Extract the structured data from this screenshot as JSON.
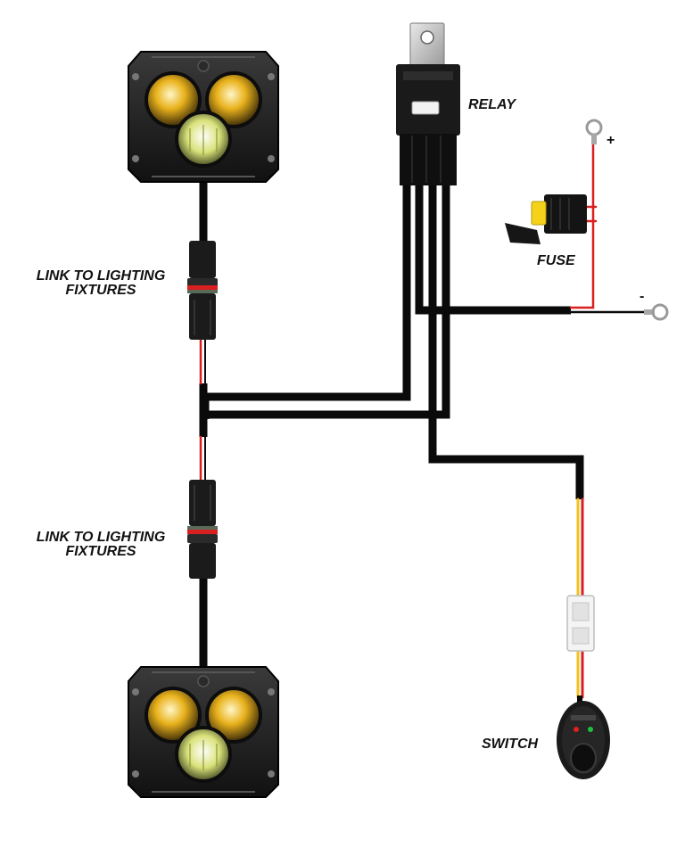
{
  "labels": {
    "relay": "RELAY",
    "fuse": "FUSE",
    "switch": "SWITCH",
    "link_top_line1": "LINK TO LIGHTING",
    "link_top_line2": "FIXTURES",
    "link_bottom_line1": "LINK TO LIGHTING",
    "link_bottom_line2": "FIXTURES",
    "positive": "+",
    "negative": "-"
  },
  "colors": {
    "harness": "#0a0a0a",
    "wire_red": "#d91f1f",
    "wire_yellow": "#f3c21b",
    "lens_amber": "#e9b21c",
    "lens_green": "#d9e27a",
    "relay_tab": "#cfcfcf",
    "led_red": "#e02020",
    "led_green": "#20c040"
  },
  "icons": {
    "relay": "relay-icon",
    "fuse": "blade-fuse-icon",
    "switch": "rocker-switch-icon",
    "light": "led-light-pod-icon",
    "ring_terminal": "ring-terminal-icon",
    "connector": "waterproof-connector-icon"
  }
}
